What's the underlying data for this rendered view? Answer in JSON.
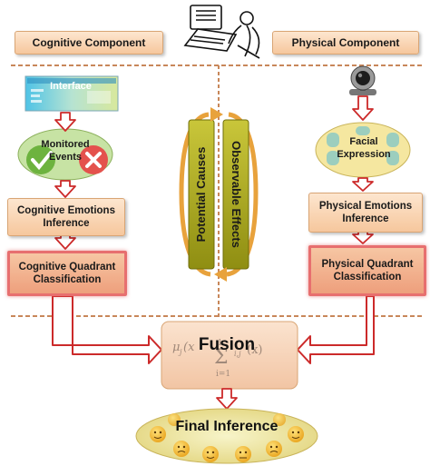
{
  "header": {
    "cognitive_component": "Cognitive Component",
    "physical_component": "Physical Component"
  },
  "left": {
    "interface": "Interface",
    "monitored_events": "Monitored\nEvents",
    "cognitive_emotions": "Cognitive Emotions\nInference",
    "cognitive_quadrant": "Cognitive Quadrant\nClassification"
  },
  "right": {
    "facial_expression": "Facial\nExpression",
    "physical_emotions": "Physical Emotions\nInference",
    "physical_quadrant": "Physical Quadrant\nClassification"
  },
  "center": {
    "potential_causes": "Potential Causes",
    "observable_effects": "Observable Effects"
  },
  "fusion": {
    "title": "Fusion"
  },
  "final": {
    "title": "Final Inference"
  },
  "colors": {
    "arrow_outline": "#cc2a2a",
    "dashed_line": "#c8875a",
    "peach": "#f6c79d",
    "pink_border": "#e76f6f",
    "olive_cycle": "#a8a820",
    "orange_cycle": "#e8a23c"
  },
  "icons": [
    "computer-user-icon",
    "webcam-icon",
    "check-icon",
    "cross-icon",
    "smiley-face-icon"
  ]
}
